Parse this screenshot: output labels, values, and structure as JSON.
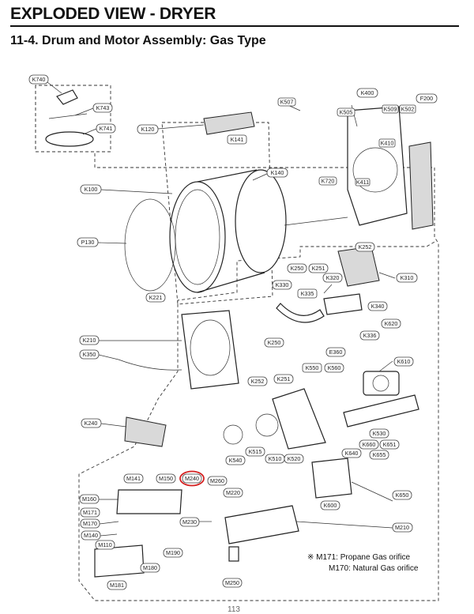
{
  "header": {
    "title": "EXPLODED VIEW - DRYER",
    "section": "11-4. Drum and Motor Assembly: Gas Type"
  },
  "labels": {
    "K740": "K740",
    "K743": "K743",
    "K741": "K741",
    "K120": "K120",
    "K141": "K141",
    "K507": "K507",
    "K505": "K505",
    "K400": "K400",
    "K509": "K509",
    "K502": "K502",
    "F200": "F200",
    "K410": "K410",
    "K411": "K411",
    "K720": "K720",
    "K140": "K140",
    "K100": "K100",
    "P130": "P130",
    "K250a": "K250",
    "K251a": "K251",
    "K252a": "K252",
    "K320": "K320",
    "K310": "K310",
    "K330": "K330",
    "K335": "K335",
    "K221": "K221",
    "K340": "K340",
    "K620": "K620",
    "K210": "K210",
    "K336": "K336",
    "K250b": "K250",
    "K350": "K350",
    "E360": "E360",
    "K550": "K550",
    "K560": "K560",
    "K610": "K610",
    "K252b": "K252",
    "K251b": "K251",
    "K240": "K240",
    "K530": "K530",
    "K660": "K660",
    "K651": "K651",
    "K640": "K640",
    "K655": "K655",
    "K515": "K515",
    "K510": "K510",
    "K520": "K520",
    "K540": "K540",
    "M141": "M141",
    "M150": "M150",
    "M240": "M240",
    "M260": "M260",
    "M220": "M220",
    "M160": "M160",
    "K650": "K650",
    "M171": "M171",
    "K600": "K600",
    "M170": "M170",
    "M230": "M230",
    "M210": "M210",
    "M140": "M140",
    "M110": "M110",
    "M190": "M190",
    "M180": "M180",
    "M181": "M181",
    "M250": "M250"
  },
  "notes": {
    "line1": "※ M171: Propane Gas orifice",
    "line2": "M170: Natural Gas orifice"
  },
  "page_number": "113",
  "colors": {
    "highlight": "#d42020",
    "ink": "#222222"
  }
}
